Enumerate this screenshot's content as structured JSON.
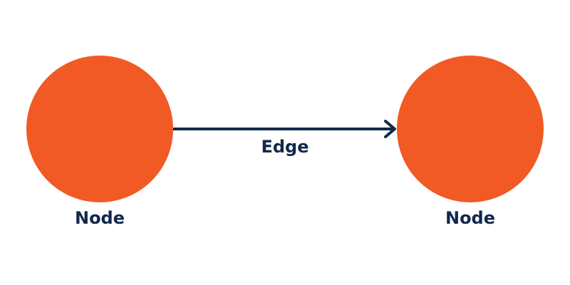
{
  "colors": {
    "node": "#F15A24",
    "edge": "#12284C",
    "text": "#12284C",
    "background": "#FFFFFF"
  },
  "nodes": [
    {
      "label": "Node"
    },
    {
      "label": "Node"
    }
  ],
  "edge": {
    "label": "Edge",
    "directed": true,
    "from": 0,
    "to": 1
  }
}
